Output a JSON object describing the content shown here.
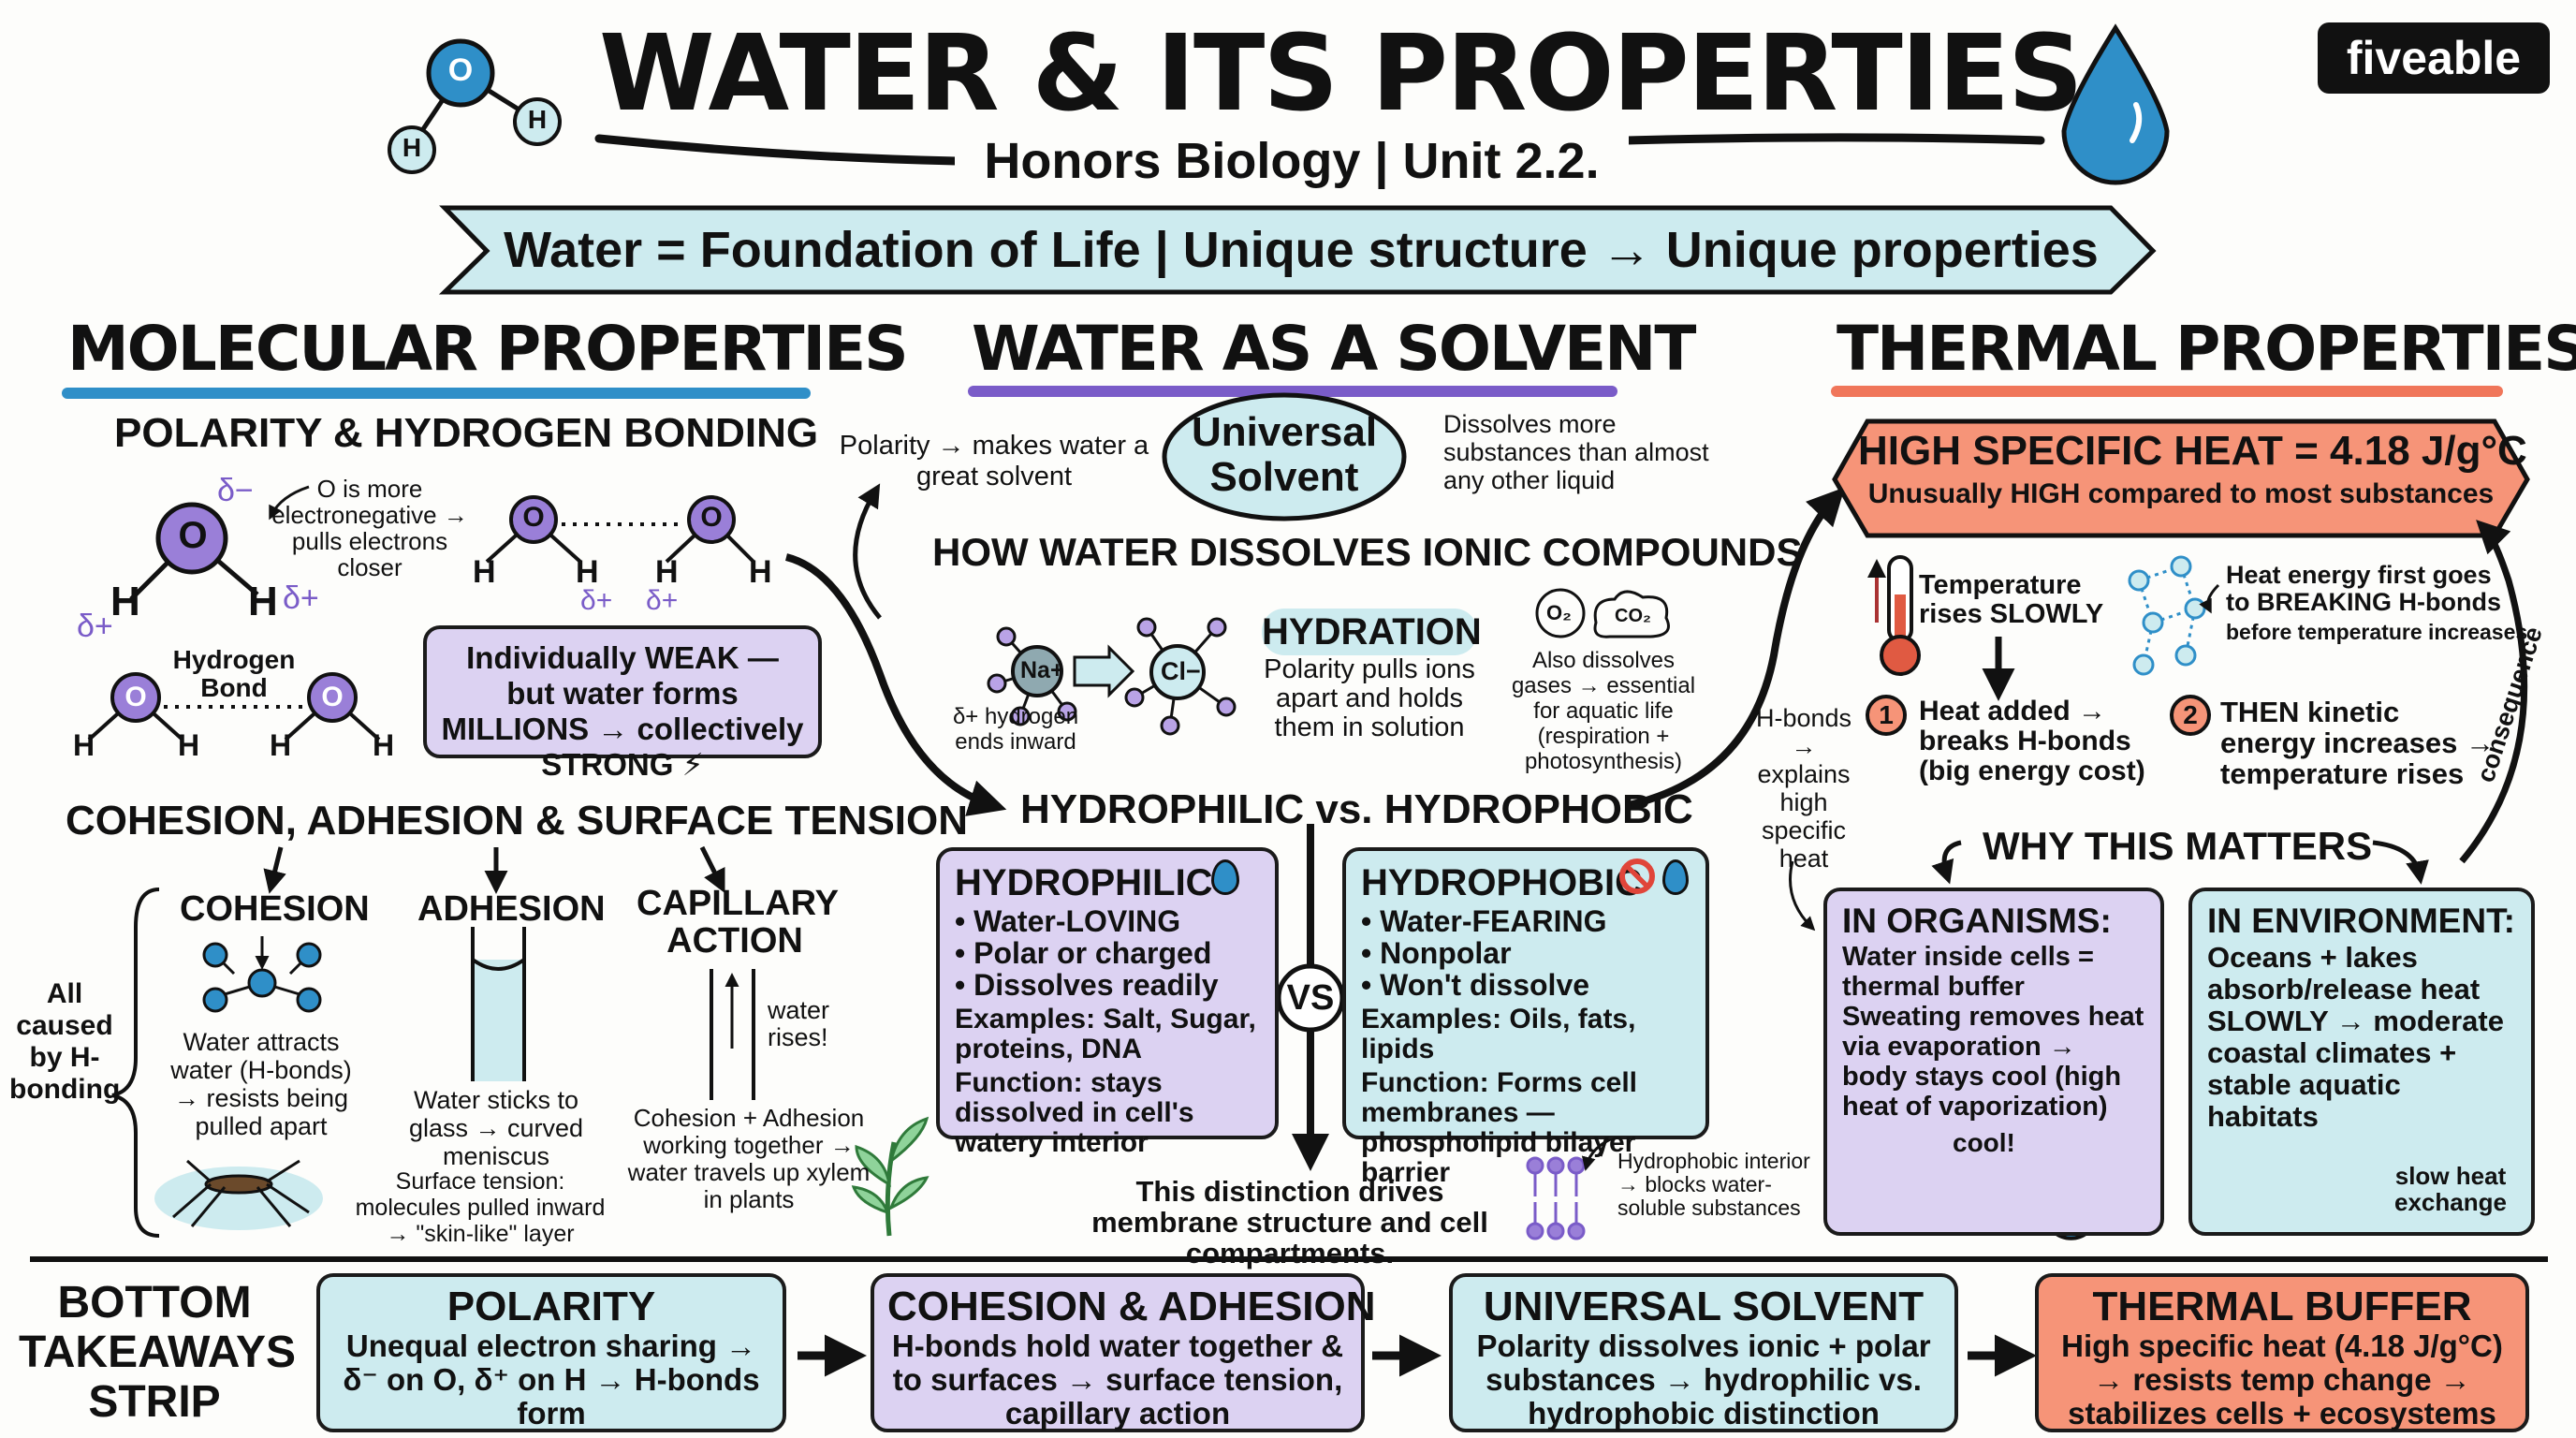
{
  "header": {
    "title": "WATER & ITS PROPERTIES",
    "subtitle": "Honors Biology | Unit 2.2.",
    "banner": "Water = Foundation of Life | Unique structure → Unique properties",
    "logo": "fiveable",
    "molecule_labels": {
      "o": "O",
      "h": "H"
    }
  },
  "molecular": {
    "title": "MOLECULAR PROPERTIES",
    "polarity_title": "POLARITY & HYDROGEN BONDING",
    "delta_minus": "δ−",
    "delta_plus": "δ+",
    "o_note": "O is more electronegative → pulls electrons closer",
    "hbond_label": "Hydrogen Bond",
    "weak_box": "Individually WEAK — but water forms MILLIONS → collectively STRONG ⚡",
    "cohesion_title": "COHESION, ADHESION & SURFACE TENSION",
    "all_caused": "All caused by H-bonding",
    "cohesion_label": "COHESION",
    "cohesion_desc": "Water attracts water (H-bonds) → resists being pulled apart",
    "adhesion_label": "ADHESION",
    "adhesion_desc": "Water sticks to glass → curved meniscus",
    "capillary_label": "CAPILLARY ACTION",
    "water_rises": "water rises!",
    "capillary_desc": "Cohesion + Adhesion working together → water travels up xylem in plants",
    "surface_tension": "Surface tension: molecules pulled inward → \"skin-like\" layer"
  },
  "solvent": {
    "title": "WATER AS A SOLVENT",
    "polarity_note": "Polarity → makes water a great solvent",
    "universal": "Universal Solvent",
    "dissolves_more": "Dissolves more substances than almost any other liquid",
    "ionic_title": "HOW WATER DISSOLVES IONIC COMPOUNDS",
    "na": "Na+",
    "cl": "Cl−",
    "hydrogen_ends": "δ+ hydrogen ends inward",
    "hydration": "HYDRATION",
    "hydration_desc": "Polarity pulls ions apart and holds them in solution",
    "o2": "O₂",
    "co2": "CO₂",
    "gases": "Also dissolves gases → essential for aquatic life (respiration + photosynthesis)",
    "hh_title": "HYDROPHILIC vs. HYDROPHOBIC",
    "vs": "VS",
    "hydrophilic": {
      "title": "HYDROPHILIC",
      "items": [
        "• Water-LOVING",
        "• Polar or charged",
        "• Dissolves readily"
      ],
      "examples": "Examples: Salt, Sugar, proteins, DNA",
      "function": "Function: stays dissolved in cell's watery interior"
    },
    "hydrophobic": {
      "title": "HYDROPHOBIC",
      "items": [
        "• Water-FEARING",
        "• Nonpolar",
        "• Won't dissolve"
      ],
      "examples": "Examples: Oils, fats, lipids",
      "function": "Function: Forms cell membranes — phospholipid bilayer barrier"
    },
    "distinction": "This distinction drives membrane structure and cell compartments.",
    "interior_note": "Hydrophobic interior → blocks water-soluble substances"
  },
  "thermal": {
    "title": "THERMAL PROPERTIES",
    "specific_heat": "HIGH SPECIFIC HEAT = 4.18 J/g°C",
    "specific_sub": "Unusually HIGH compared to most substances",
    "temp_rises": "Temperature rises SLOWLY",
    "heat_first": "Heat energy first goes to BREAKING H-bonds",
    "before_temp": "before temperature increases",
    "hbonds_explains": "H-bonds → explains high specific heat",
    "step1_num": "1",
    "step1": "Heat added → breaks H-bonds (big energy cost)",
    "step2_num": "2",
    "step2": "THEN kinetic energy increases → temperature rises",
    "consequence": "consequence",
    "why": "WHY THIS MATTERS",
    "organisms_title": "IN ORGANISMS:",
    "organisms_text": "Water inside cells = thermal buffer Sweating removes heat via evaporation → body stays cool (high heat of vaporization)",
    "cool": "cool!",
    "env_title": "IN ENVIRONMENT:",
    "env_text": "Oceans + lakes absorb/release heat SLOWLY → moderate coastal climates + stable aquatic habitats",
    "slow_heat": "slow heat exchange"
  },
  "takeaways": {
    "label": "BOTTOM TAKEAWAYS STRIP",
    "cards": [
      {
        "title": "POLARITY",
        "text": "Unequal electron sharing → δ⁻ on O, δ⁺ on H → H-bonds form"
      },
      {
        "title": "COHESION & ADHESION",
        "text": "H-bonds hold water together & to surfaces → surface tension, capillary action"
      },
      {
        "title": "UNIVERSAL SOLVENT",
        "text": "Polarity dissolves ionic + polar substances → hydrophilic vs. hydrophobic distinction"
      },
      {
        "title": "THERMAL BUFFER",
        "text": "High specific heat (4.18 J/g°C) → resists temp change → stabilizes cells + ecosystems"
      }
    ]
  },
  "colors": {
    "purple_accent": "#7a5cc8",
    "blue_accent": "#2f8fc8",
    "salmon_accent": "#f0765a",
    "purple_fill": "#dcd2f2",
    "teal_fill": "#cdebef",
    "salmon_fill": "#f69478"
  }
}
